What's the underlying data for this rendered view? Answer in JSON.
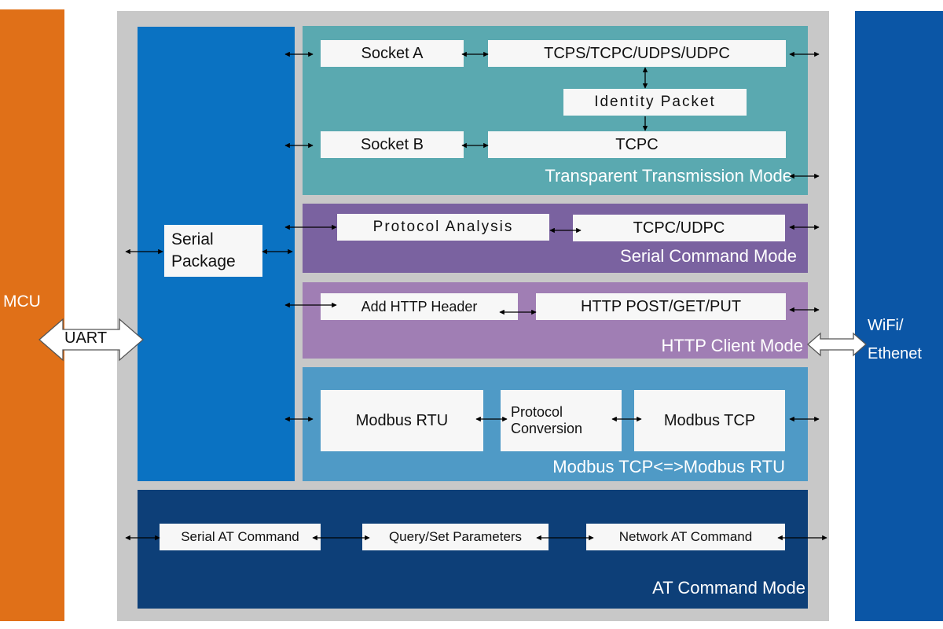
{
  "mcu": {
    "label": "MCU"
  },
  "uart": {
    "label": "UART"
  },
  "network": {
    "label_line1": "WiFi/",
    "label_line2": "Ethenet"
  },
  "serial_package": {
    "line1": "Serial",
    "line2": "Package"
  },
  "transparent_mode": {
    "caption": "Transparent Transmission Mode",
    "socket_a": "Socket A",
    "socket_b": "Socket B",
    "protocols_a": "TCPS/TCPC/UDPS/UDPC",
    "identity_packet": "Identity Packet",
    "protocol_b": "TCPC"
  },
  "serial_command_mode": {
    "caption": "Serial Command Mode",
    "protocol_analysis": "Protocol Analysis",
    "protocol": "TCPC/UDPC"
  },
  "http_client_mode": {
    "caption": "HTTP Client Mode",
    "add_header": "Add HTTP Header",
    "methods": "HTTP POST/GET/PUT"
  },
  "modbus_mode": {
    "caption": "Modbus TCP<=>Modbus RTU",
    "rtu": "Modbus RTU",
    "conversion_line1": "Protocol",
    "conversion_line2": "Conversion",
    "tcp": "Modbus TCP"
  },
  "at_command_mode": {
    "caption": "AT Command Mode",
    "serial_at": "Serial AT Command",
    "query_set": "Query/Set Parameters",
    "network_at": "Network AT Command"
  },
  "colors": {
    "mcu": "#e07018",
    "gray_frame": "#c8c8c8",
    "blue_column": "#0a72c2",
    "transparent": "#5aa9b0",
    "serial_command": "#7a62a0",
    "http_client": "#a07eb4",
    "modbus": "#4f9ac6",
    "at_command": "#0d3f78",
    "network": "#0b56a6"
  }
}
